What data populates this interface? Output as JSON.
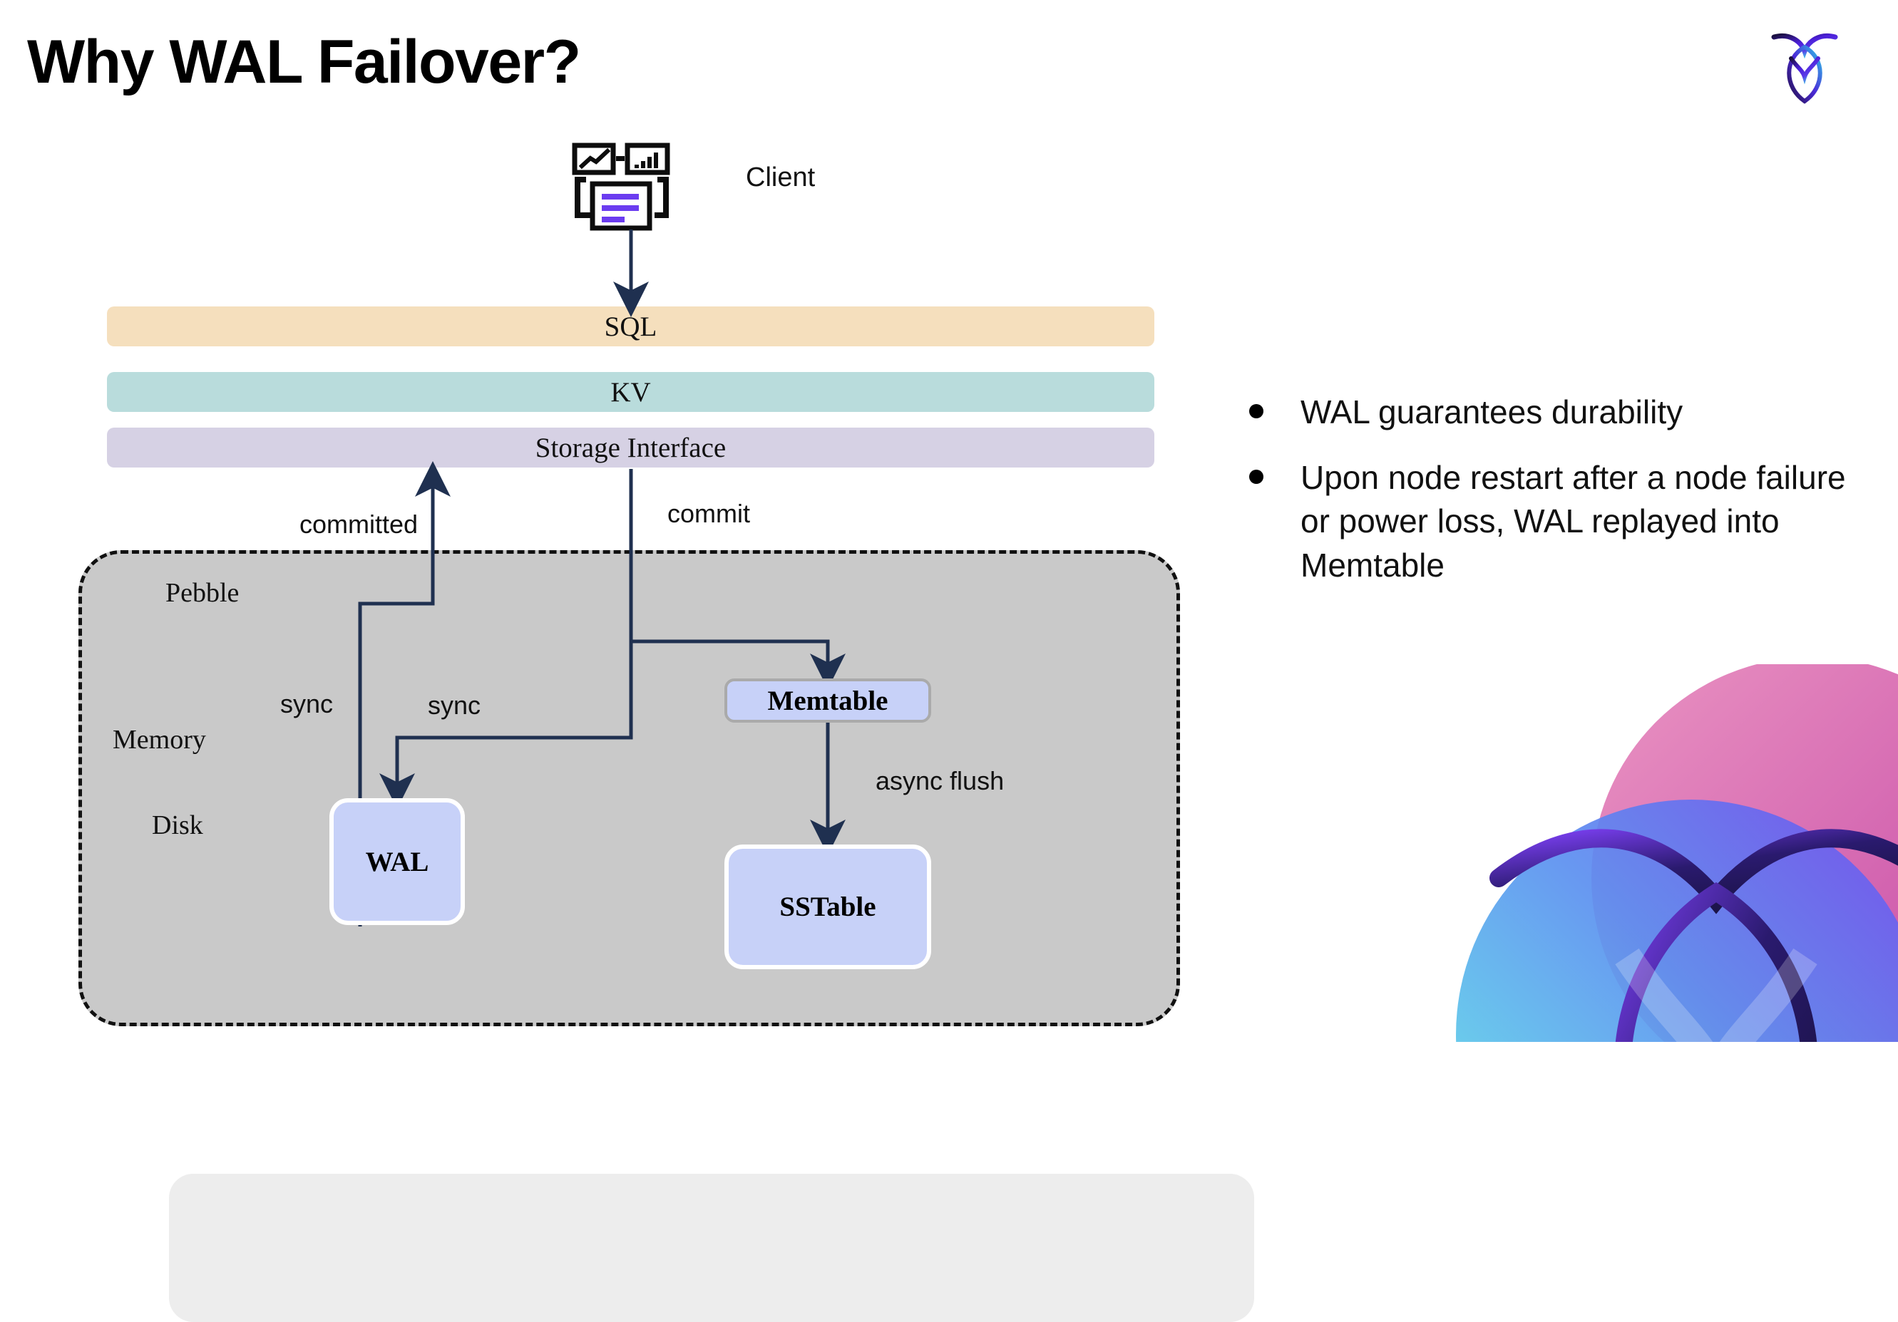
{
  "slide": {
    "title": "Why WAL Failover?",
    "brand_logo_name": "cockroachdb-logo"
  },
  "diagram": {
    "client": {
      "label": "Client",
      "icon_name": "client-analytics-icon",
      "accent_color": "#6B3CF0"
    },
    "layers": [
      {
        "id": "sql",
        "label": "SQL",
        "color": "#f5dfbd"
      },
      {
        "id": "kv",
        "label": "KV",
        "color": "#b9dcdc"
      },
      {
        "id": "storage-interface",
        "label": "Storage Interface",
        "color": "#d6d1e4"
      }
    ],
    "container": {
      "label": "Pebble",
      "fill": "#c9c9c9",
      "border_color": "#111111",
      "regions": [
        {
          "id": "memory",
          "label": "Memory",
          "fill": "#ededed"
        },
        {
          "id": "disk",
          "label": "Disk",
          "fill": "#c9c9c9"
        }
      ]
    },
    "nodes": [
      {
        "id": "memtable",
        "label": "Memtable",
        "fill": "#c7d1f8",
        "border": "#aaaaaa"
      },
      {
        "id": "wal",
        "label": "WAL",
        "fill": "#c7d1f8",
        "border": "#ffffff"
      },
      {
        "id": "sstable",
        "label": "SSTable",
        "fill": "#c7d1f8",
        "border": "#ffffff"
      }
    ],
    "edges": [
      {
        "id": "client-to-sql",
        "label": ""
      },
      {
        "id": "storage-to-memtable",
        "label": "commit"
      },
      {
        "id": "wal-to-storage",
        "label": "committed"
      },
      {
        "id": "sync-left",
        "label": "sync"
      },
      {
        "id": "sync-right",
        "label": "sync"
      },
      {
        "id": "memtable-to-sstable",
        "label": "async flush"
      }
    ],
    "edge_color": "#1f3050"
  },
  "bullets": [
    {
      "text": "WAL guarantees durability"
    },
    {
      "text": "Upon node restart after a node failure or power loss, WAL replayed into Memtable"
    }
  ]
}
